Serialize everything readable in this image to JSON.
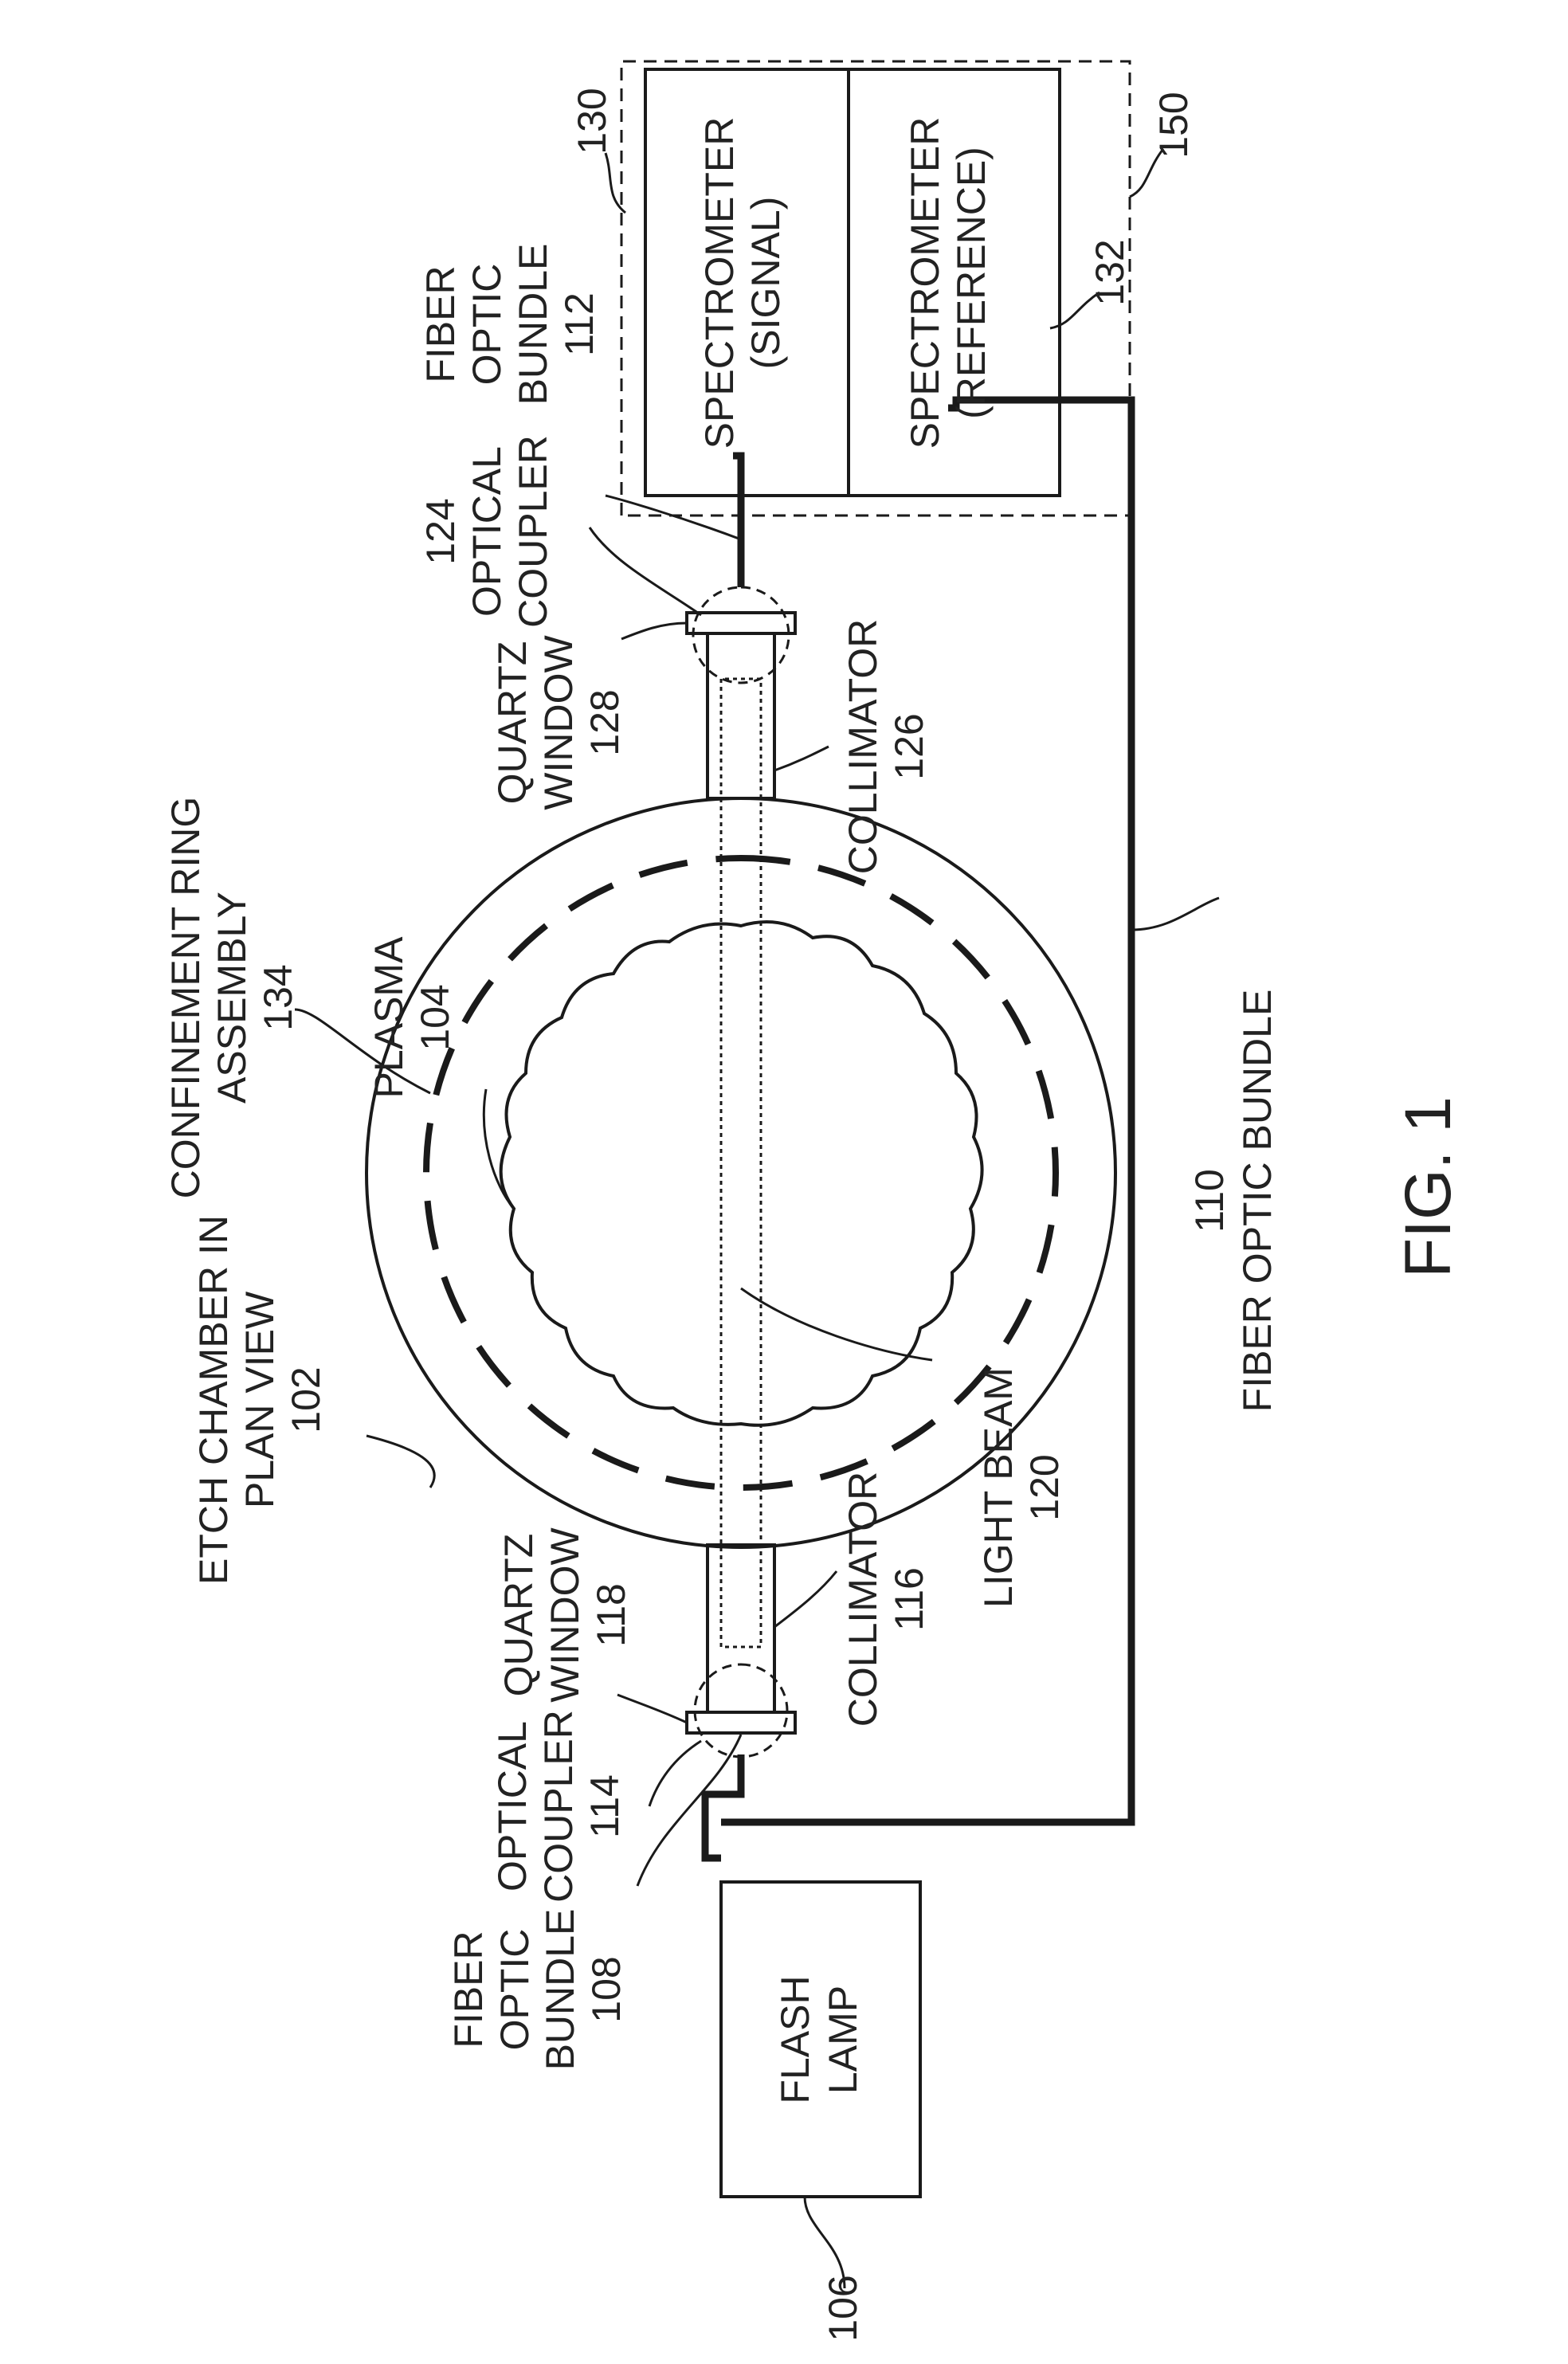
{
  "figure_label": "FIG. 1",
  "components": {
    "flash_lamp": {
      "line1": "FLASH",
      "line2": "LAMP",
      "ref": "106"
    },
    "fiber_bundle_108": {
      "line1": "FIBER",
      "line2": "OPTIC",
      "line3": "BUNDLE",
      "ref": "108"
    },
    "optical_coupler_114": {
      "line1": "OPTICAL",
      "line2": "COUPLER",
      "ref": "114"
    },
    "quartz_window_118": {
      "line1": "QUARTZ",
      "line2": "WINDOW",
      "ref": "118"
    },
    "collimator_116": {
      "line1": "COLLIMATOR",
      "ref": "116"
    },
    "light_beam": {
      "line1": "LIGHT BEAM",
      "ref": "120"
    },
    "fiber_bundle_110": {
      "line1": "FIBER OPTIC BUNDLE",
      "ref": "110"
    },
    "etch_chamber": {
      "line1": "ETCH CHAMBER IN",
      "line2": "PLAN VIEW",
      "ref": "102"
    },
    "confinement_ring": {
      "line1": "CONFINEMENT RING",
      "line2": "ASSEMBLY",
      "ref": "134"
    },
    "plasma": {
      "line1": "PLASMA",
      "ref": "104"
    },
    "quartz_window_128": {
      "line1": "QUARTZ",
      "line2": "WINDOW",
      "ref": "128"
    },
    "collimator_126": {
      "line1": "COLLIMATOR",
      "ref": "126"
    },
    "optical_coupler_124": {
      "line1": "OPTICAL",
      "line2": "COUPLER",
      "ref": "124"
    },
    "fiber_bundle_112": {
      "line1": "FIBER",
      "line2": "OPTIC",
      "line3": "BUNDLE",
      "ref": "112"
    },
    "spectrometer_signal": {
      "line1": "SPECTROMETER",
      "line2": "(SIGNAL)",
      "ref": "130"
    },
    "spectrometer_reference": {
      "line1": "SPECTROMETER",
      "line2": "(REFERENCE)",
      "ref": "132"
    },
    "spectrometer_enclosure": {
      "ref": "150"
    }
  }
}
